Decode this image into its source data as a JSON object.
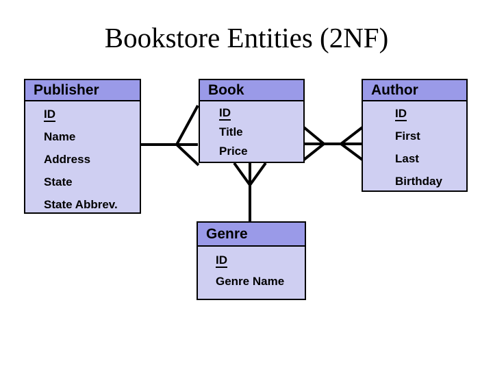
{
  "slide": {
    "title": "Bookstore Entities (2NF)"
  },
  "colors": {
    "background": "#ffffff",
    "entity_header_fill": "#9a9ae8",
    "entity_body_fill": "#cfcff2",
    "entity_border": "#000000",
    "connector_line": "#000000",
    "text": "#000000"
  },
  "diagram": {
    "type": "entity-relationship",
    "notation": "crows-foot",
    "entities": {
      "publisher": {
        "title": "Publisher",
        "key_field": "ID",
        "fields": [
          "ID",
          "Name",
          "Address",
          "State",
          "State Abbrev."
        ]
      },
      "book": {
        "title": "Book",
        "key_field": "ID",
        "fields": [
          "ID",
          "Title",
          "Price"
        ]
      },
      "author": {
        "title": "Author",
        "key_field": "ID",
        "fields": [
          "ID",
          "First",
          "Last",
          "Birthday"
        ]
      },
      "genre": {
        "title": "Genre",
        "key_field": "ID",
        "fields": [
          "ID",
          "Genre Name"
        ]
      }
    },
    "relationships": [
      {
        "from": "Publisher",
        "to": "Book",
        "cardinality": "one-to-many",
        "many_side": "Book"
      },
      {
        "from": "Book",
        "to": "Author",
        "cardinality": "many-to-many",
        "many_side": "both"
      },
      {
        "from": "Genre",
        "to": "Book",
        "cardinality": "one-to-many",
        "many_side": "Book"
      }
    ]
  }
}
